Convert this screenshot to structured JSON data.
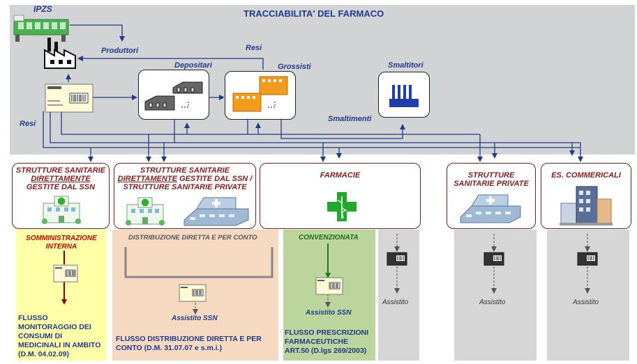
{
  "title": "TRACCIABILITA' DEL FARMACO",
  "top": {
    "ipzs": "IPZS",
    "produttori": "Produttori",
    "resi_top": "Resi",
    "depositari": "Depositari",
    "grossisti": "Grossisti",
    "smaltitori": "Smaltitori",
    "smaltimenti": "Smaltimenti",
    "resi_left": "Resi"
  },
  "boxes": {
    "ssn_direct_l1": "STRUTTURE SANITARIE",
    "ssn_direct_l2": "DIRETTAMENTE",
    "ssn_direct_l3": "GESTITE DAL SSN",
    "mixed_l1": "STRUTTURE SANITARIE",
    "mixed_l2a": "DIRETTAMENTE",
    "mixed_l2b": " GESTITE DAL SSN /",
    "mixed_l3": "STRUTTURE SANITARIE PRIVATE",
    "farmacie": "FARMACIE",
    "private_l1": "STRUTTURE",
    "private_l2": "SANITARIE PRIVATE",
    "commercial": "ES. COMMERICALI"
  },
  "bottom": {
    "somm_l1": "SOMMINISTRAZIONE",
    "somm_l2": "INTERNA",
    "somm_flow_l1": "FLUSSO",
    "somm_flow_l2": "MONITORAGGIO DEI",
    "somm_flow_l3": "CONSUMI DI",
    "somm_flow_l4": "MEDICINALI IN AMBITO",
    "somm_flow_l5": "(D.M. 04.02.09)",
    "dist_title": "DISTRIBUZIONE DIRETTA E PER CONTO",
    "dist_assistito": "Assistito SSN",
    "dist_flow_l1": "FLUSSO DISTRIBUZIONE DIRETTA E PER",
    "dist_flow_l2": "CONTO (D.M. 31.07.07 e s.m.i.)",
    "conv_title": "CONVENZIONATA",
    "conv_assistito": "Assistito SSN",
    "conv_flow_l1": "FLUSSO PRESCRIZIONI",
    "conv_flow_l2": "FARMACEUTICHE",
    "conv_flow_l3": "ART.50 (D.lgs 269/2003)",
    "assistito_1": "Assistito",
    "assistito_2": "Assistito",
    "assistito_3": "Assistito"
  },
  "colors": {
    "grey_bg": "#d2d3d5",
    "dark_blue": "#1f3a8a",
    "dark_red": "#8b1a1a",
    "yellow": "#ffffa8",
    "peach": "#f5d9c0",
    "green": "#bcd59c",
    "col_grey": "#d6d6d6"
  }
}
